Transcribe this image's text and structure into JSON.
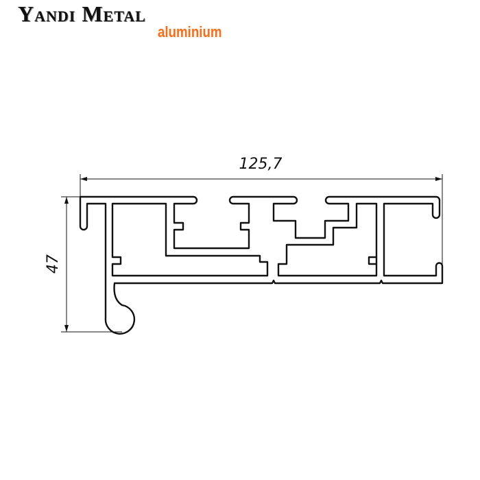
{
  "logo": {
    "brand": "Yandi Metal",
    "subtitle": "aluminium"
  },
  "colors": {
    "accent": "#ff6a13",
    "line": "#111111"
  },
  "drawing": {
    "width_dimension": "125,7",
    "height_dimension": "47"
  }
}
